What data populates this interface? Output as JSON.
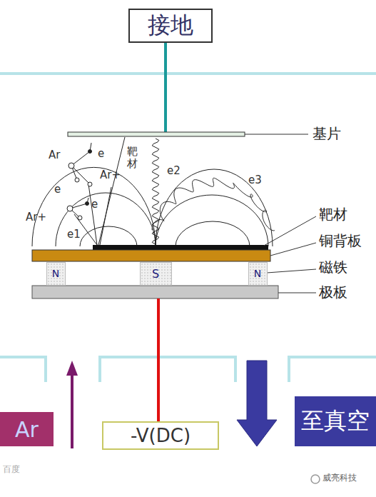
{
  "diagram": {
    "nodes": [
      {
        "text": [
          "接地"
        ]
      },
      {
        "text": [
          "N"
        ]
      },
      {
        "text": [
          "S"
        ]
      },
      {
        "text": [
          "N"
        ]
      },
      {
        "text": [
          "Ar"
        ]
      },
      {
        "text": [
          "-V(DC)"
        ]
      },
      {
        "text": [
          "至真空"
        ]
      }
    ],
    "labels": [
      "Ar",
      "e",
      "e",
      "Ar+",
      "Ar+",
      "e",
      "e1",
      "靶材",
      "e2",
      "e3",
      "基片",
      "靶材",
      "铜背板",
      "磁铁",
      "极板",
      "百度",
      "威亮科技"
    ]
  }
}
